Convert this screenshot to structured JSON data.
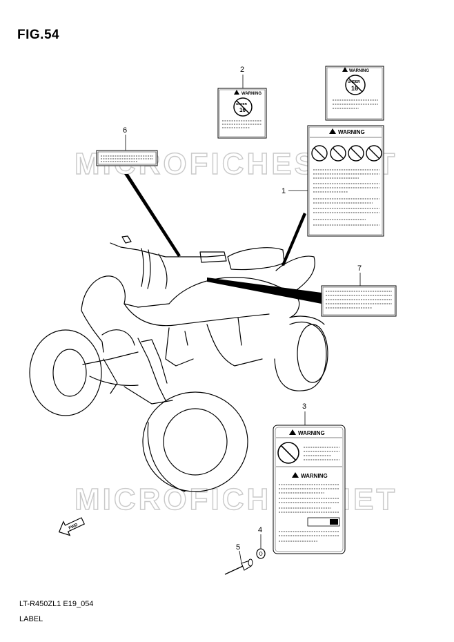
{
  "figure": {
    "title": "FIG.54",
    "code": "LT-R450ZL1 E19_054",
    "section": "LABEL"
  },
  "watermark": "MICROFICHES.NET",
  "callouts": [
    "1",
    "2",
    "3",
    "4",
    "5",
    "6",
    "7"
  ],
  "labels": {
    "warning_word": "WARNING",
    "age_badge_top": "UNDER",
    "age_badge_number": "16",
    "fwd_arrow": "FWD"
  }
}
